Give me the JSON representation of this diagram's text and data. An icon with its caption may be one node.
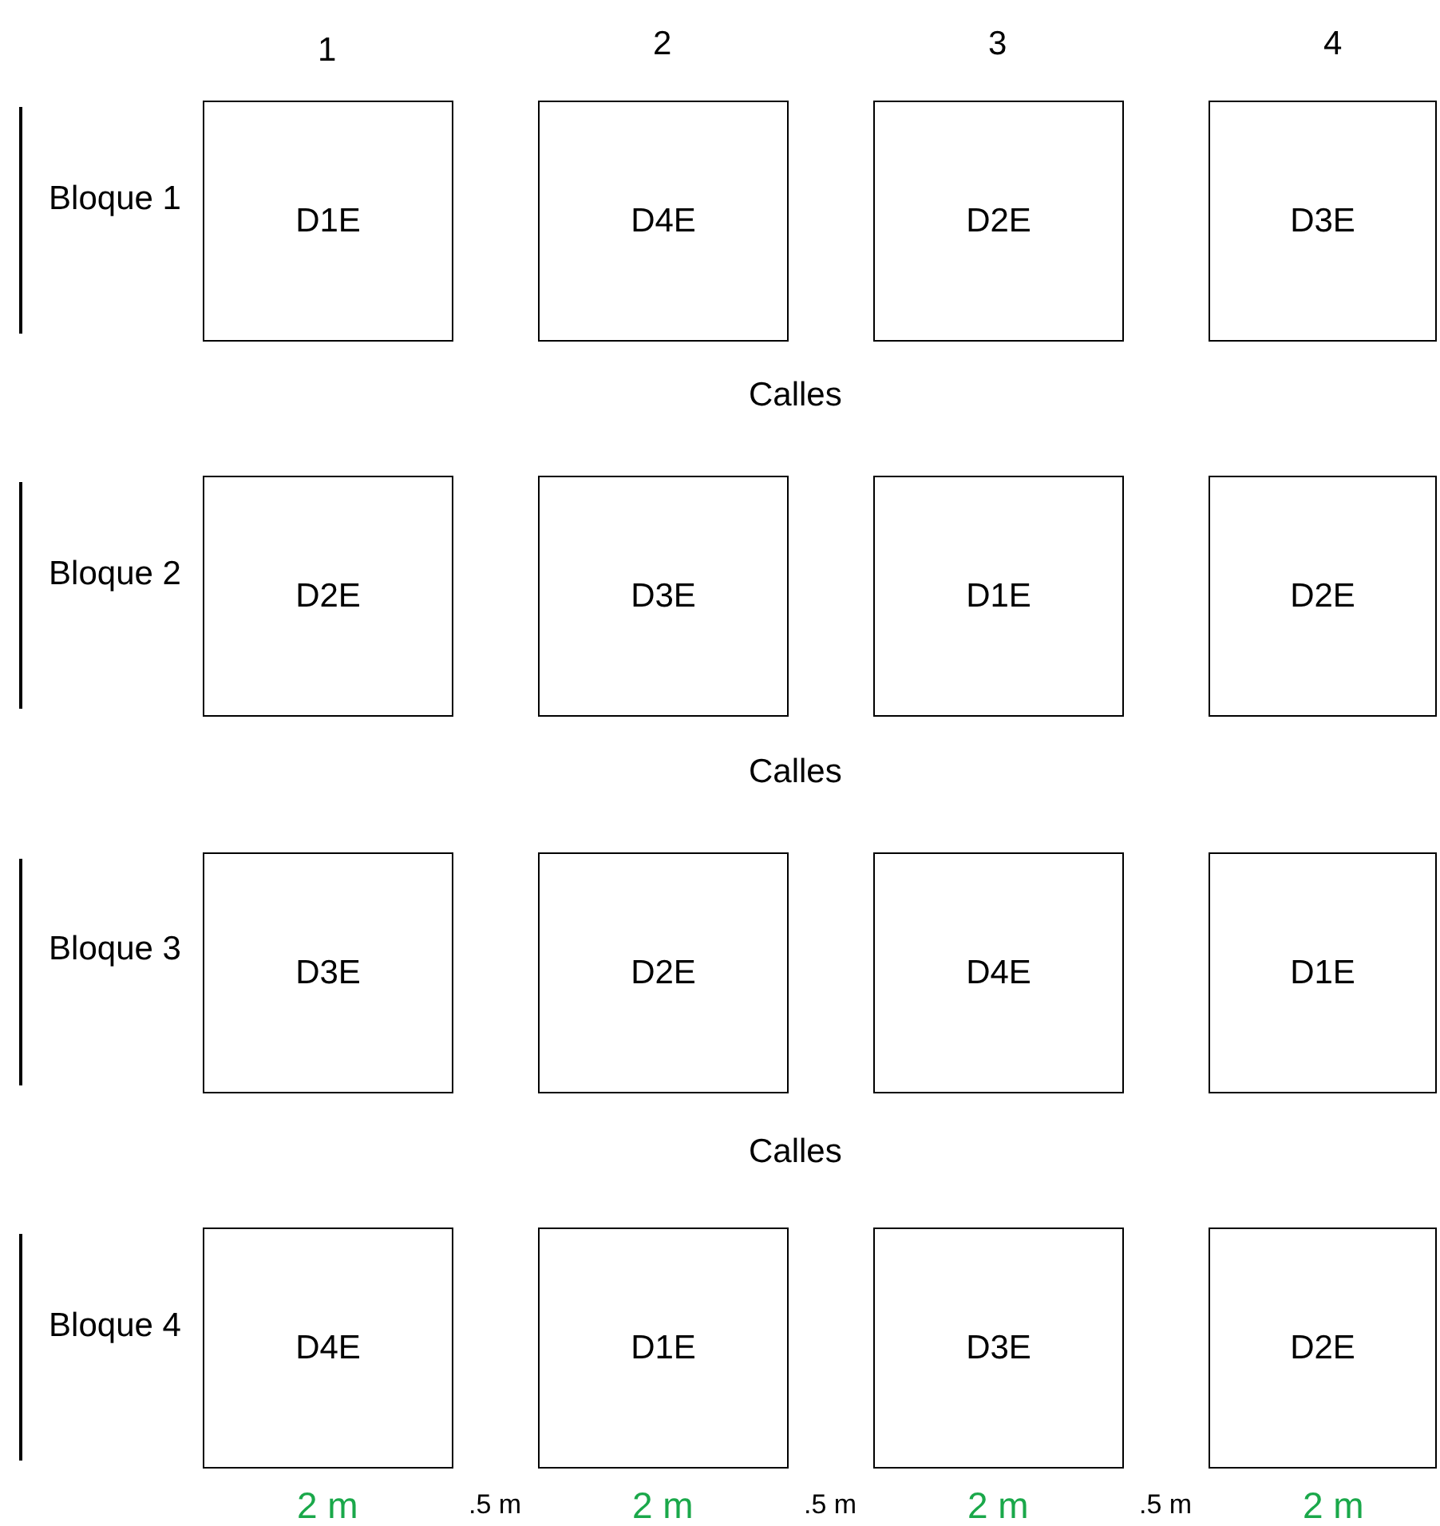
{
  "diagram": {
    "nodes": [
      {
        "text": [
          "D1E"
        ]
      },
      {
        "text": [
          "D4E"
        ]
      },
      {
        "text": [
          "D2E"
        ]
      },
      {
        "text": [
          "D3E"
        ]
      },
      {
        "text": [
          "D2E"
        ]
      },
      {
        "text": [
          "D3E"
        ]
      },
      {
        "text": [
          "D1E"
        ]
      },
      {
        "text": [
          "D2E"
        ]
      },
      {
        "text": [
          "D3E"
        ]
      },
      {
        "text": [
          "D2E"
        ]
      },
      {
        "text": [
          "D4E"
        ]
      },
      {
        "text": [
          "D1E"
        ]
      },
      {
        "text": [
          "D4E"
        ]
      },
      {
        "text": [
          "D1E"
        ]
      },
      {
        "text": [
          "D3E"
        ]
      },
      {
        "text": [
          "D2E"
        ]
      }
    ],
    "labels": [
      "1",
      "2",
      "3",
      "4",
      "Bloque 1",
      "Calles",
      "Bloque 2",
      "Calles",
      "Bloque 3",
      "Calles",
      "Bloque 4",
      "2 m",
      ".5 m",
      "2 m",
      ".5 m",
      "2 m",
      ".5 m",
      "2 m"
    ]
  }
}
